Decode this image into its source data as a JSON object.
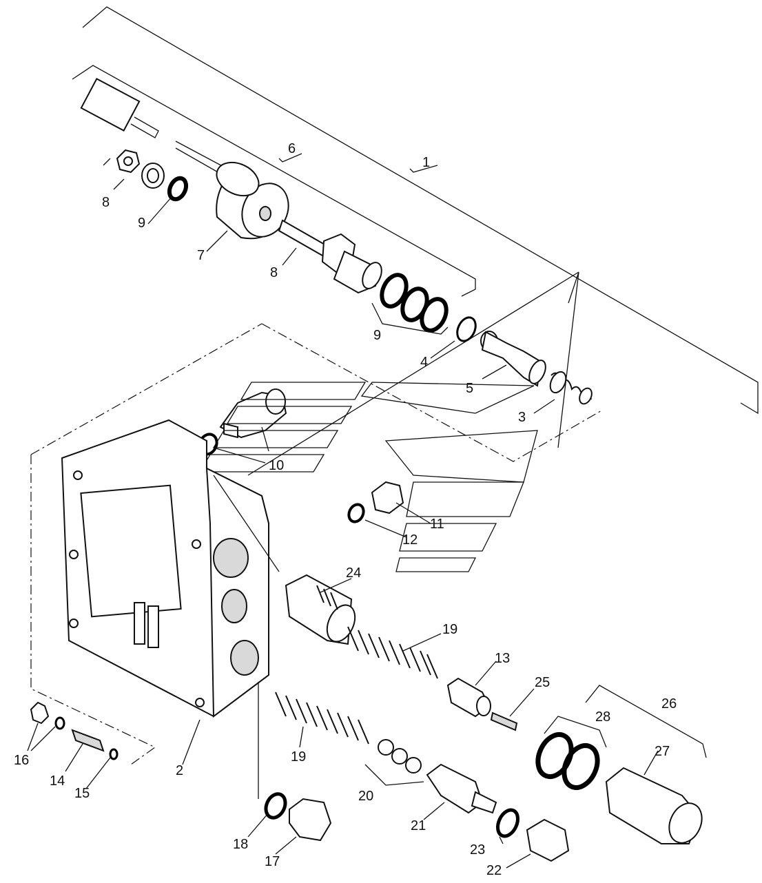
{
  "diagram": {
    "labels": [
      "1",
      "2",
      "3",
      "4",
      "5",
      "6",
      "7",
      "8",
      "8",
      "9",
      "9",
      "10",
      "11",
      "12",
      "13",
      "14",
      "15",
      "16",
      "17",
      "18",
      "19",
      "19",
      "20",
      "21",
      "22",
      "23",
      "24",
      "25",
      "26",
      "27",
      "28"
    ]
  }
}
